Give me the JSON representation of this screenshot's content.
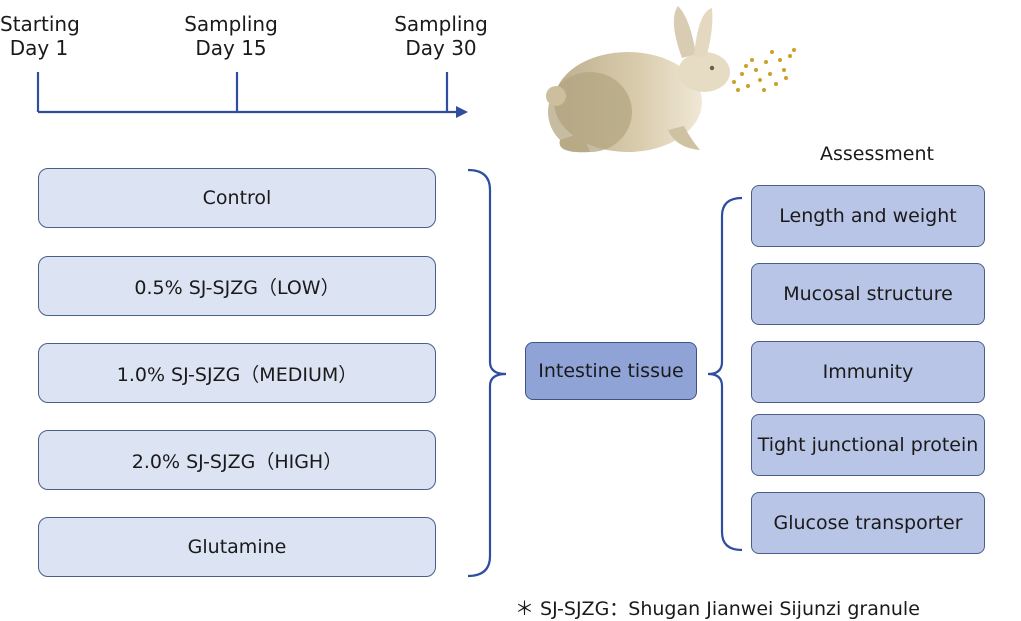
{
  "timeline": {
    "points": [
      {
        "line1": "Starting",
        "line2": "Day 1"
      },
      {
        "line1": "Sampling",
        "line2": "Day 15"
      },
      {
        "line1": "Sampling",
        "line2": "Day 30"
      }
    ]
  },
  "groups": [
    "Control",
    "0.5% SJ-SJZG（LOW）",
    "1.0% SJ-SJZG（MEDIUM）",
    "2.0% SJ-SJZG（HIGH）",
    "Glutamine"
  ],
  "center": {
    "label": "Intestine tissue"
  },
  "assessment": {
    "title": "Assessment",
    "items": [
      "Length and weight",
      "Mucosal structure",
      "Immunity",
      "Tight junctional protein",
      "Glucose transporter"
    ]
  },
  "footnote": "＊ SJ-SJZG：Shugan Jianwei Sijunzi granule",
  "colors": {
    "line": "#2f4ea0",
    "group_fill": "#dce3f3",
    "assess_fill": "#b9c5e6",
    "tissue_fill": "#8fa3d6",
    "rabbit": "#c8b894",
    "dots": "#c9a227"
  },
  "icons": [
    "rabbit-illustration",
    "feed-dots"
  ]
}
